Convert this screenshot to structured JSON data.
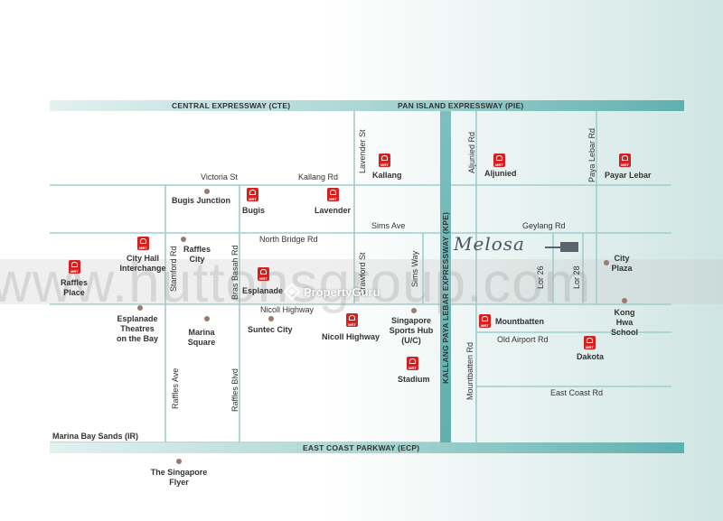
{
  "expressways": {
    "cte": "CENTRAL EXPRESSWAY (CTE)",
    "pie": "PAN ISLAND EXPRESSWAY (PIE)",
    "kpe": "KALLANG PAYA LEBAR EXPRESSWAY (KPE)",
    "ecp": "EAST COAST PARKWAY (ECP)"
  },
  "roads": {
    "victoria": "Victoria St",
    "kallang_rd": "Kallang Rd",
    "lavender_st": "Lavender St",
    "aljunied_rd": "Aljunied Rd",
    "paya_lebar_rd": "Paya Lebar Rd",
    "sims_ave": "Sims Ave",
    "geylang_rd": "Geylang Rd",
    "north_bridge": "North Bridge Rd",
    "stamford": "Stamford Rd",
    "bras_basah": "Bras Basah Rd",
    "crawford": "Crawford St",
    "sims_way": "Sims Way",
    "lor26": "Lor 26",
    "lor28": "Lor 28",
    "nicoll_hwy_rd": "Nicoll Highway",
    "mountbatten_rd": "Mountbatten Rd",
    "old_airport": "Old Airport Rd",
    "east_coast_rd": "East Coast Rd",
    "raffles_ave": "Raffles Ave",
    "raffles_blvd": "Raffles Blvd"
  },
  "mrt_stations": {
    "raffles_place": "Raffles Place",
    "city_hall": "City Hall Interchange",
    "bugis": "Bugis",
    "lavender": "Lavender",
    "kallang": "Kallang",
    "aljunied": "Aljunied",
    "payar_lebar": "Payar Lebar",
    "esplanade": "Esplanade",
    "nicoll_highway": "Nicoll Highway",
    "stadium": "Stadium",
    "mountbatten": "Mountbatten",
    "dakota": "Dakota",
    "mrt_tag": "MRT"
  },
  "landmarks": {
    "bugis_junction": "Bugis Junction",
    "raffles_city": "Raffles City",
    "esplanade_theatres": "Esplanade Theatres on the Bay",
    "marina_square": "Marina Square",
    "suntec": "Suntec City",
    "sports_hub": "Singapore Sports Hub (U/C)",
    "city_plaza": "City Plaza",
    "kong_hwa": "Kong Hwa School",
    "marina_bay_sands": "Marina Bay Sands (IR)",
    "flyer": "The Singapore Flyer"
  },
  "project": {
    "name": "Melosa"
  },
  "watermark": {
    "site": "www.huttonsgroup.com",
    "brand": "PropertyGuru"
  },
  "colors": {
    "road": "#9ccfcd",
    "expressway_bar": "#5fb0ae",
    "mrt": "#d6201f",
    "landmark": "#9c7a6c",
    "text": "#333333"
  }
}
